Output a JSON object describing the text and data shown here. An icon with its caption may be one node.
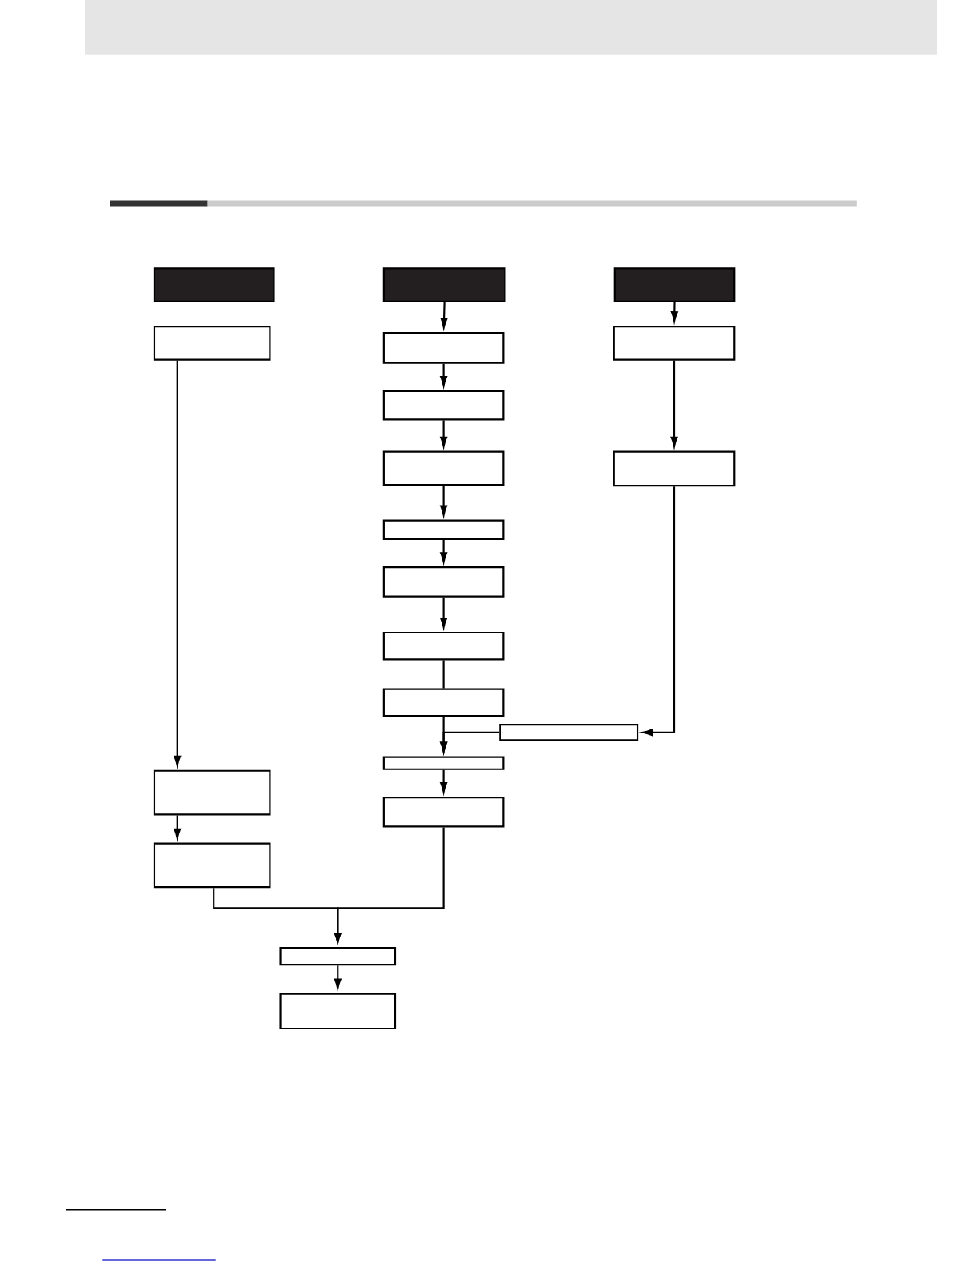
{
  "diagram": {
    "nodes": [
      {
        "text": [],
        "shape": "box"
      },
      {
        "text": [],
        "shape": "box"
      },
      {
        "text": [],
        "shape": "box"
      },
      {
        "text": [],
        "shape": "box"
      },
      {
        "text": [],
        "shape": "box"
      },
      {
        "text": [],
        "shape": "box"
      },
      {
        "text": [],
        "shape": "box"
      },
      {
        "text": [],
        "shape": "box"
      },
      {
        "text": [],
        "shape": "box"
      },
      {
        "text": [],
        "shape": "box"
      },
      {
        "text": [],
        "shape": "box"
      },
      {
        "text": [],
        "shape": "box"
      },
      {
        "text": [],
        "shape": "box"
      },
      {
        "text": [],
        "shape": "box"
      },
      {
        "text": [],
        "shape": "box"
      },
      {
        "text": [],
        "shape": "box"
      },
      {
        "text": [],
        "shape": "box"
      },
      {
        "text": [],
        "shape": "box"
      },
      {
        "text": [],
        "shape": "box"
      },
      {
        "text": [],
        "shape": "box"
      }
    ],
    "edges": [
      {
        "from": 1,
        "to": 4,
        "arrow": "to"
      },
      {
        "from": 4,
        "to": 5,
        "arrow": "to"
      },
      {
        "from": 5,
        "to": 6,
        "arrow": "to"
      },
      {
        "from": 6,
        "to": 7,
        "arrow": "to"
      },
      {
        "from": 7,
        "to": 8,
        "arrow": "to"
      },
      {
        "from": 8,
        "to": 9,
        "arrow": "to"
      },
      {
        "from": 9,
        "to": 10,
        "arrow": "none"
      },
      {
        "from": 10,
        "to": 14,
        "arrow": "to"
      },
      {
        "from": 2,
        "to": 11,
        "arrow": "to"
      },
      {
        "from": 11,
        "to": 12,
        "arrow": "to"
      },
      {
        "from": 12,
        "to": 13,
        "arrow": "to"
      },
      {
        "from": 13,
        "to": 14,
        "arrow": "to"
      },
      {
        "from": 14,
        "to": 15,
        "arrow": "to"
      },
      {
        "from": 3,
        "to": 16,
        "arrow": "to"
      },
      {
        "from": 16,
        "to": 17,
        "arrow": "to"
      },
      {
        "from": 17,
        "to": 18,
        "arrow": "to"
      },
      {
        "from": 15,
        "to": 18,
        "arrow": "to"
      },
      {
        "from": 18,
        "to": 19,
        "arrow": "to"
      }
    ]
  }
}
